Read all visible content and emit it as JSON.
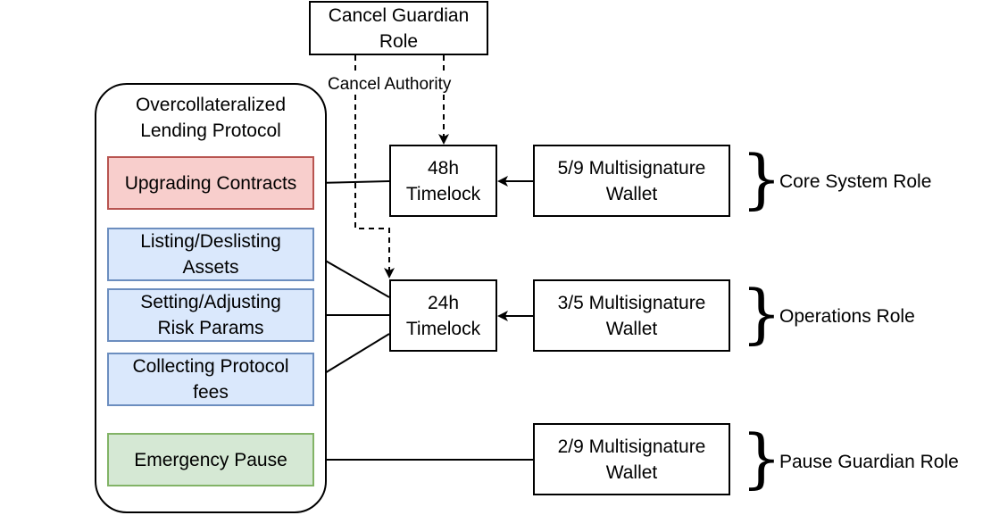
{
  "protocol": {
    "title": "Overcollateralized\nLending Protocol",
    "functions": {
      "upgrading": "Upgrading Contracts",
      "listing": "Listing/Deslisting\nAssets",
      "risk": "Setting/Adjusting\nRisk Params",
      "fees": "Collecting Protocol\nfees",
      "pause": "Emergency Pause"
    }
  },
  "cancel_guardian": {
    "label": "Cancel Guardian\nRole",
    "edge_label": "Cancel Authority"
  },
  "timelocks": {
    "t48": "48h\nTimelock",
    "t24": "24h\nTimelock"
  },
  "wallets": {
    "w59": "5/9 Multisignature\nWallet",
    "w35": "3/5 Multisignature\nWallet",
    "w29": "2/9 Multisignature\nWallet"
  },
  "roles": {
    "core": "Core System Role",
    "operations": "Operations Role",
    "pause_guardian": "Pause Guardian Role"
  },
  "colors": {
    "red_fill": "#f8cecc",
    "red_stroke": "#b85450",
    "blue_fill": "#dae8fc",
    "blue_stroke": "#6c8ebf",
    "green_fill": "#d5e8d4",
    "green_stroke": "#82b366"
  }
}
